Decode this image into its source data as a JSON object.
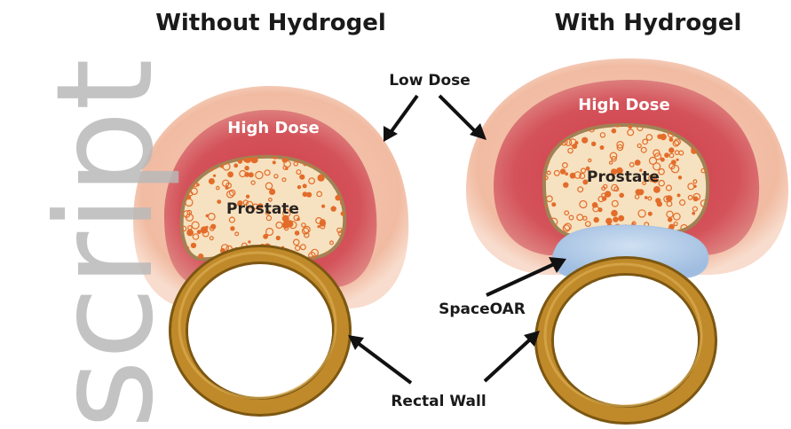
{
  "titles": {
    "left": "Without Hydrogel",
    "right": "With Hydrogel"
  },
  "labels": {
    "low_dose": "Low Dose",
    "high_dose": "High Dose",
    "prostate": "Prostate",
    "spaceoar": "SpaceOAR",
    "rectal_wall": "Rectal Wall"
  },
  "watermark": "script",
  "colors": {
    "low_dose": "#f3c4ae",
    "high_dose": "#d2484f",
    "prostate_fill": "#f6e2c0",
    "prostate_border": "#a08255",
    "prostate_dots": "#e36c2a",
    "hydrogel": "#b6cfe9",
    "rectal_wall": "#c08a2a",
    "rectal_wall_edge": "#7c5712"
  }
}
